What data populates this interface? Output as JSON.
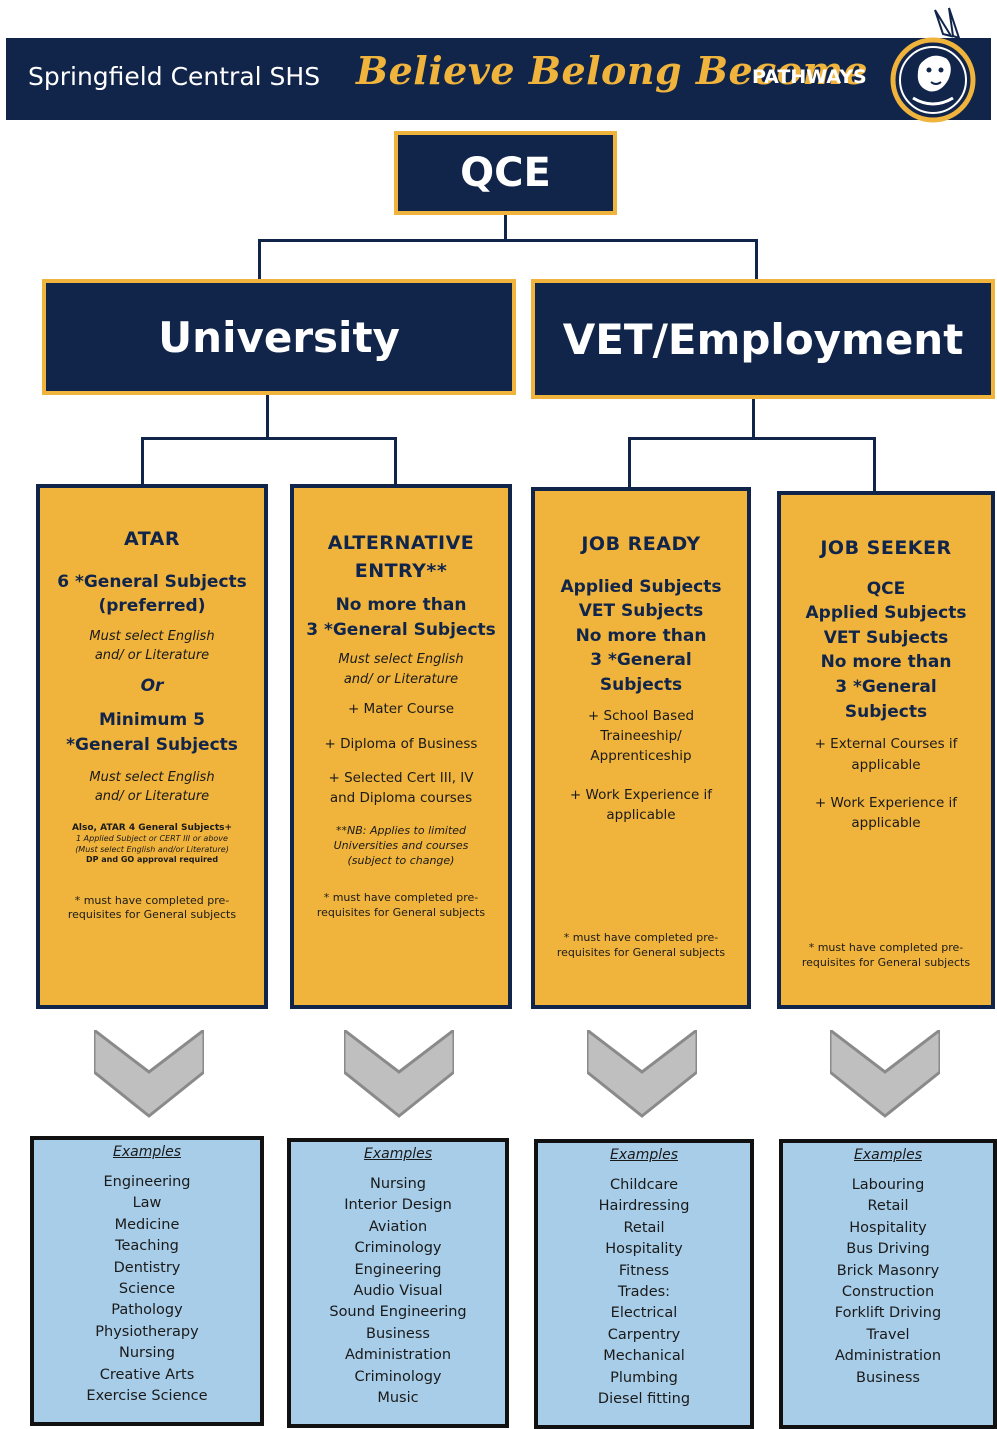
{
  "header": {
    "school": "Springfield Central SHS",
    "motto": "Believe Belong Become",
    "pathways": "PATHWAYS",
    "logo_icon": "kangaroo-mascot-icon"
  },
  "colors": {
    "navy": "#11254a",
    "gold": "#f0b43c",
    "light_blue": "#a8cde8"
  },
  "top": {
    "qce": "QCE"
  },
  "branches": {
    "university": "University",
    "vet": "VET/Employment"
  },
  "pathways": [
    {
      "title": "ATAR",
      "lines": [
        {
          "t": "6 *General Subjects",
          "s": "bold"
        },
        {
          "t": "(preferred)",
          "s": "bold"
        },
        {
          "t": "Must select English",
          "s": "ital"
        },
        {
          "t": "and/ or Literature",
          "s": "ital"
        },
        {
          "t": "Or",
          "s": "boldital"
        },
        {
          "t": "Minimum 5",
          "s": "bold"
        },
        {
          "t": "*General Subjects",
          "s": "bold"
        },
        {
          "t": "Must select English",
          "s": "ital"
        },
        {
          "t": "and/ or Literature",
          "s": "ital"
        },
        {
          "t": "Also, ATAR 4 General Subjects+",
          "s": "microbold"
        },
        {
          "t": "1 Applied Subject or CERT III or above",
          "s": "microital"
        },
        {
          "t": "(Must select English and/or Literature)",
          "s": "microital"
        },
        {
          "t": "DP and GO approval required",
          "s": "microbold"
        }
      ],
      "footnote": "* must have completed pre-requisites for General subjects"
    },
    {
      "title": "ALTERNATIVE ENTRY**",
      "lines": [
        {
          "t": "No more than",
          "s": "bold"
        },
        {
          "t": "3 *General Subjects",
          "s": "bold"
        },
        {
          "t": "Must select English",
          "s": "ital"
        },
        {
          "t": "and/ or Literature",
          "s": "ital"
        },
        {
          "t": "+ Mater Course",
          "s": "plain"
        },
        {
          "t": "+ Diploma of Business",
          "s": "plain"
        },
        {
          "t": "+ Selected Cert III, IV",
          "s": "plain"
        },
        {
          "t": "and Diploma courses",
          "s": "plain"
        },
        {
          "t": "**NB: Applies to limited",
          "s": "tinyital"
        },
        {
          "t": "Universities and courses",
          "s": "tinyital"
        },
        {
          "t": "(subject to change)",
          "s": "tinyital"
        }
      ],
      "footnote": "* must have completed pre-requisites for General subjects"
    },
    {
      "title": "JOB READY",
      "lines": [
        {
          "t": "Applied Subjects",
          "s": "bold"
        },
        {
          "t": "VET Subjects",
          "s": "bold"
        },
        {
          "t": "No more than",
          "s": "bold"
        },
        {
          "t": "3 *General",
          "s": "bold"
        },
        {
          "t": "Subjects",
          "s": "bold"
        },
        {
          "t": "+ School Based",
          "s": "plain"
        },
        {
          "t": "Traineeship/",
          "s": "plain"
        },
        {
          "t": "Apprenticeship",
          "s": "plain"
        },
        {
          "t": "+ Work Experience if",
          "s": "plain"
        },
        {
          "t": "applicable",
          "s": "plain"
        }
      ],
      "footnote": "* must have completed pre-requisites for General subjects"
    },
    {
      "title": "JOB SEEKER",
      "lines": [
        {
          "t": "QCE",
          "s": "bold"
        },
        {
          "t": "Applied Subjects",
          "s": "bold"
        },
        {
          "t": "VET Subjects",
          "s": "bold"
        },
        {
          "t": "No more than",
          "s": "bold"
        },
        {
          "t": "3 *General",
          "s": "bold"
        },
        {
          "t": "Subjects",
          "s": "bold"
        },
        {
          "t": "+ External Courses if",
          "s": "plain"
        },
        {
          "t": "applicable",
          "s": "plain"
        },
        {
          "t": "+ Work Experience if",
          "s": "plain"
        },
        {
          "t": "applicable",
          "s": "plain"
        }
      ],
      "footnote": "* must have completed pre-requisites for General subjects"
    }
  ],
  "examples_label": "Examples",
  "examples": [
    [
      "Engineering",
      "Law",
      "Medicine",
      "Teaching",
      "Dentistry",
      "Science",
      "Pathology",
      "Physiotherapy",
      "Nursing",
      "Creative Arts",
      "Exercise Science"
    ],
    [
      "Nursing",
      "Interior Design",
      "Aviation",
      "Criminology",
      "Engineering",
      "Audio Visual",
      "Sound Engineering",
      "Business",
      "Administration",
      "Criminology",
      "Music"
    ],
    [
      "Childcare",
      "Hairdressing",
      "Retail",
      "Hospitality",
      "Fitness",
      "Trades:",
      "Electrical",
      "Carpentry",
      "Mechanical",
      "Plumbing",
      "Diesel fitting"
    ],
    [
      "Labouring",
      "Retail",
      "Hospitality",
      "Bus Driving",
      "Brick Masonry",
      "Construction",
      "Forklift Driving",
      "Travel",
      "Administration",
      "Business"
    ]
  ]
}
